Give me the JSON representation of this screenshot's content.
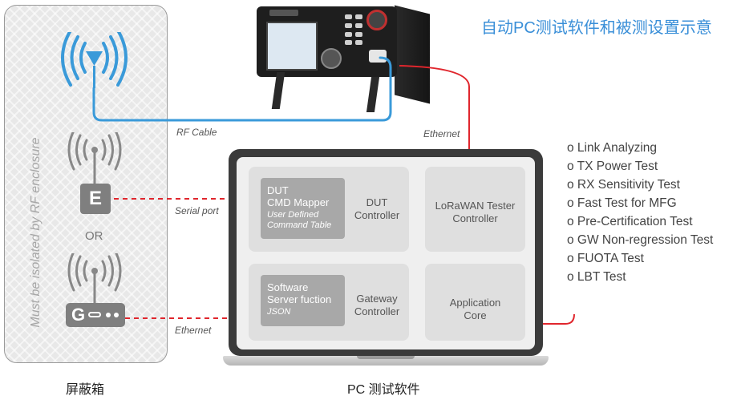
{
  "title": "自动PC测试软件和被测设置示意",
  "enclosure": {
    "note": "Must be isolated by RF enclosure",
    "or_text": "OR",
    "dut_e_letter": "E",
    "dut_g_letter": "G",
    "caption": "屏蔽箱"
  },
  "connections": {
    "rf_cable": "RF Cable",
    "ethernet_top": "Ethernet",
    "serial_port": "Serial port",
    "ethernet_bottom": "Ethernet"
  },
  "laptop": {
    "caption": "PC 测试软件",
    "dut_box": {
      "title_line1": "DUT",
      "title_line2": "CMD Mapper",
      "sub_line1": "User Defined",
      "sub_line2": "Command Table"
    },
    "dut_controller": {
      "line1": "DUT",
      "line2": "Controller"
    },
    "lorawan_tester": {
      "line1": "LoRaWAN Tester",
      "line2": "Controller"
    },
    "software_box": {
      "title_line1": "Software",
      "title_line2": "Server fuction",
      "sub_line1": "JSON"
    },
    "gateway_controller": {
      "line1": "Gateway",
      "line2": "Controller"
    },
    "application_core": {
      "line1": "Application",
      "line2": "Core"
    }
  },
  "tests": [
    "o Link Analyzing",
    "o TX Power Test",
    "o RX Sensitivity Test",
    "o Fast Test for MFG",
    "o Pre-Certification  Test",
    "o GW Non-regression Test",
    "o FUOTA Test",
    "o LBT Test"
  ],
  "colors": {
    "rf_cable": "#3a9ad9",
    "ethernet": "#e0262d",
    "title": "#3a8fd8"
  }
}
